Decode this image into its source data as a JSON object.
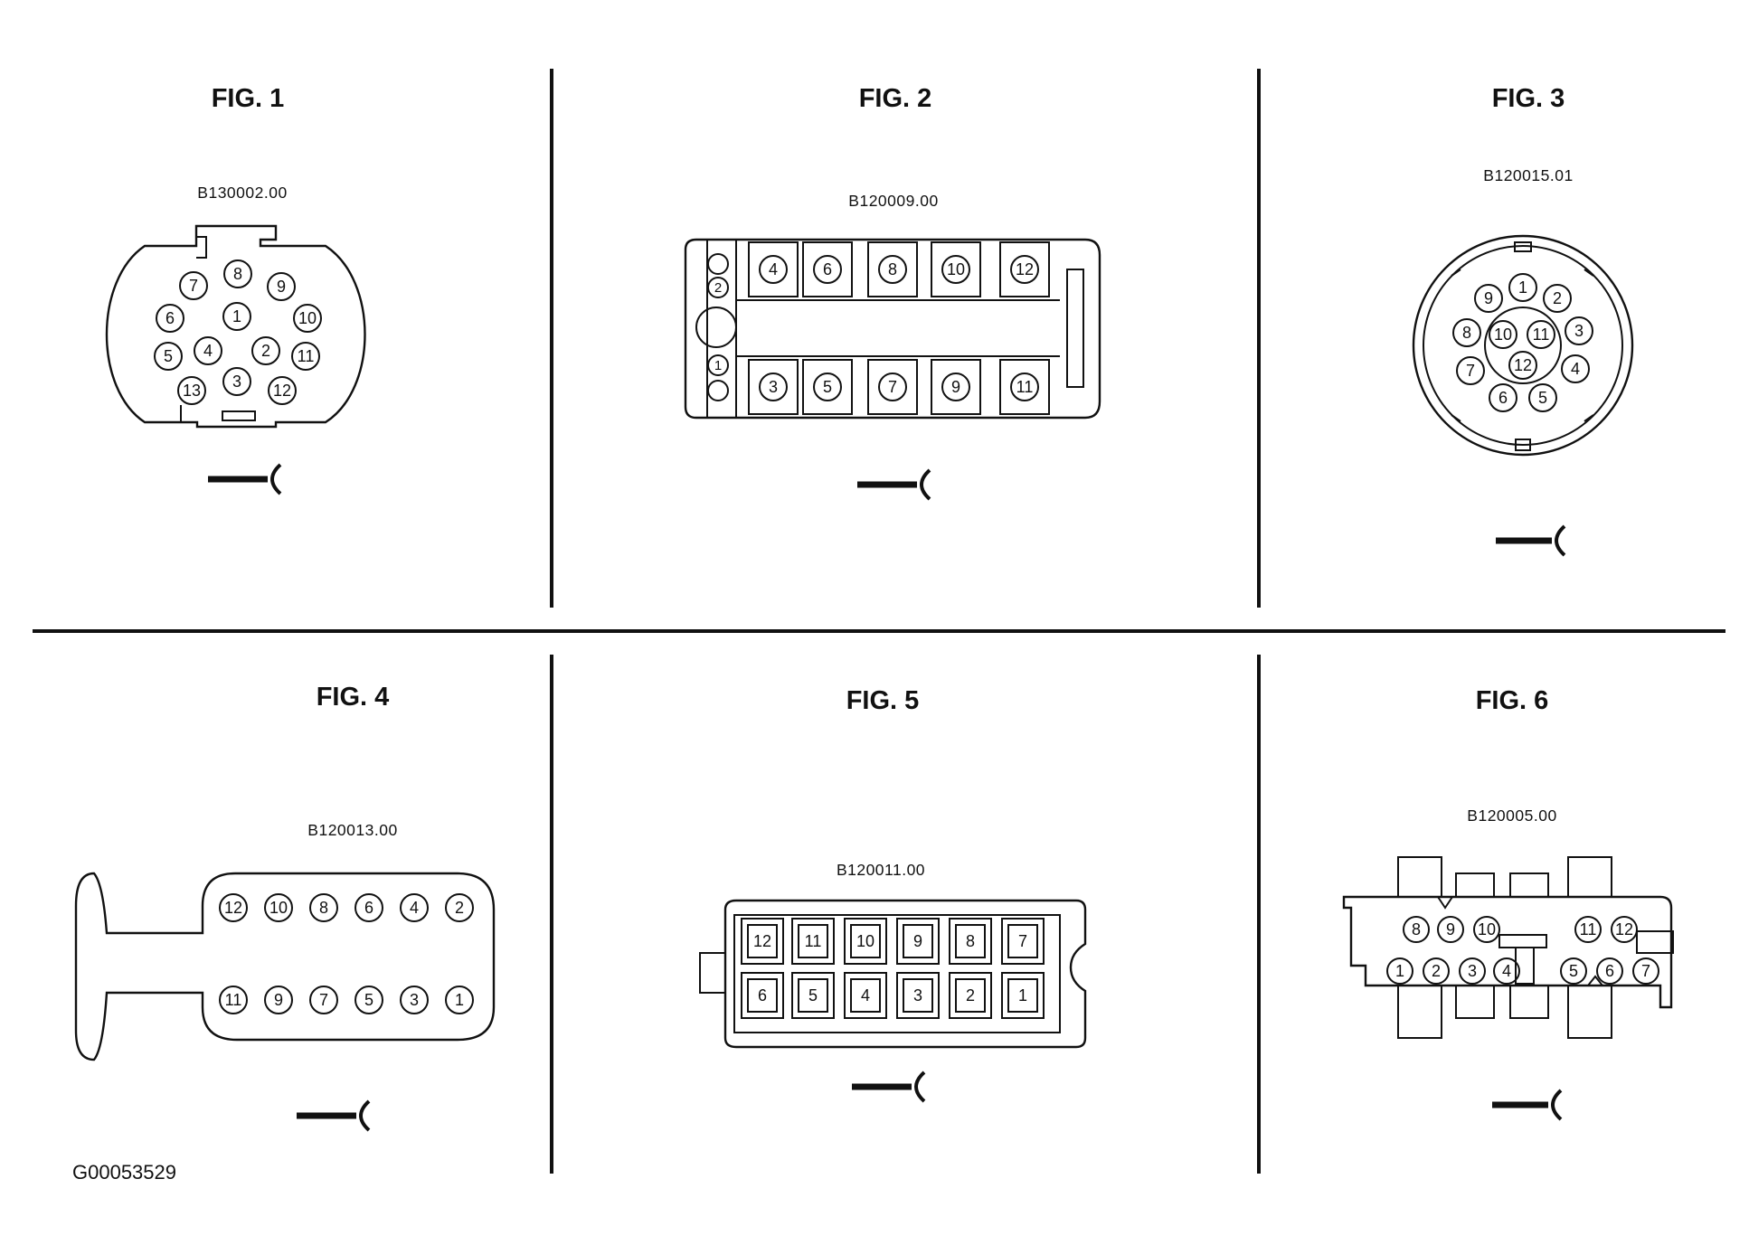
{
  "figures": [
    {
      "title": "FIG. 1",
      "code": "B130002.00",
      "pins": [
        "1",
        "2",
        "3",
        "4",
        "5",
        "6",
        "7",
        "8",
        "9",
        "10",
        "11",
        "12",
        "13"
      ]
    },
    {
      "title": "FIG. 2",
      "code": "B120009.00",
      "pins": [
        "1",
        "2",
        "3",
        "4",
        "5",
        "6",
        "7",
        "8",
        "9",
        "10",
        "11",
        "12"
      ]
    },
    {
      "title": "FIG. 3",
      "code": "B120015.01",
      "pins": [
        "1",
        "2",
        "3",
        "4",
        "5",
        "6",
        "7",
        "8",
        "9",
        "10",
        "11",
        "12"
      ]
    },
    {
      "title": "FIG. 4",
      "code": "B120013.00",
      "pins": [
        "1",
        "2",
        "3",
        "4",
        "5",
        "6",
        "7",
        "8",
        "9",
        "10",
        "11",
        "12"
      ]
    },
    {
      "title": "FIG. 5",
      "code": "B120011.00",
      "pins": [
        "1",
        "2",
        "3",
        "4",
        "5",
        "6",
        "7",
        "8",
        "9",
        "10",
        "11",
        "12"
      ]
    },
    {
      "title": "FIG. 6",
      "code": "B120005.00",
      "pins": [
        "1",
        "2",
        "3",
        "4",
        "5",
        "6",
        "7",
        "8",
        "9",
        "10",
        "11",
        "12"
      ]
    }
  ],
  "footer_code": "G00053529",
  "icons": {
    "harness_wire": "terminal-wire-icon"
  }
}
